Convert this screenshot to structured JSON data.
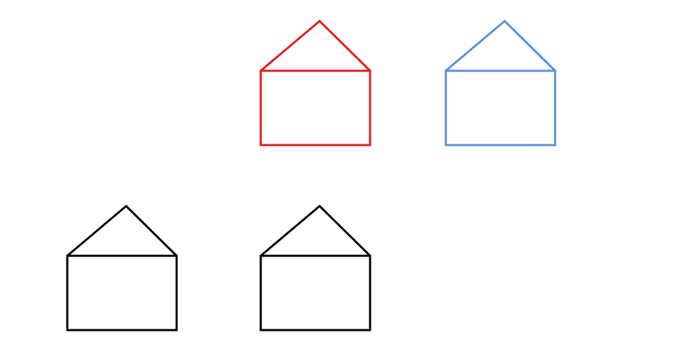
{
  "houses": [
    {
      "id": "house-top-middle",
      "color": "#e31b1b"
    },
    {
      "id": "house-top-right",
      "color": "#5b8fd6"
    },
    {
      "id": "house-bottom-left",
      "color": "#000000"
    },
    {
      "id": "house-bottom-middle",
      "color": "#000000"
    }
  ]
}
